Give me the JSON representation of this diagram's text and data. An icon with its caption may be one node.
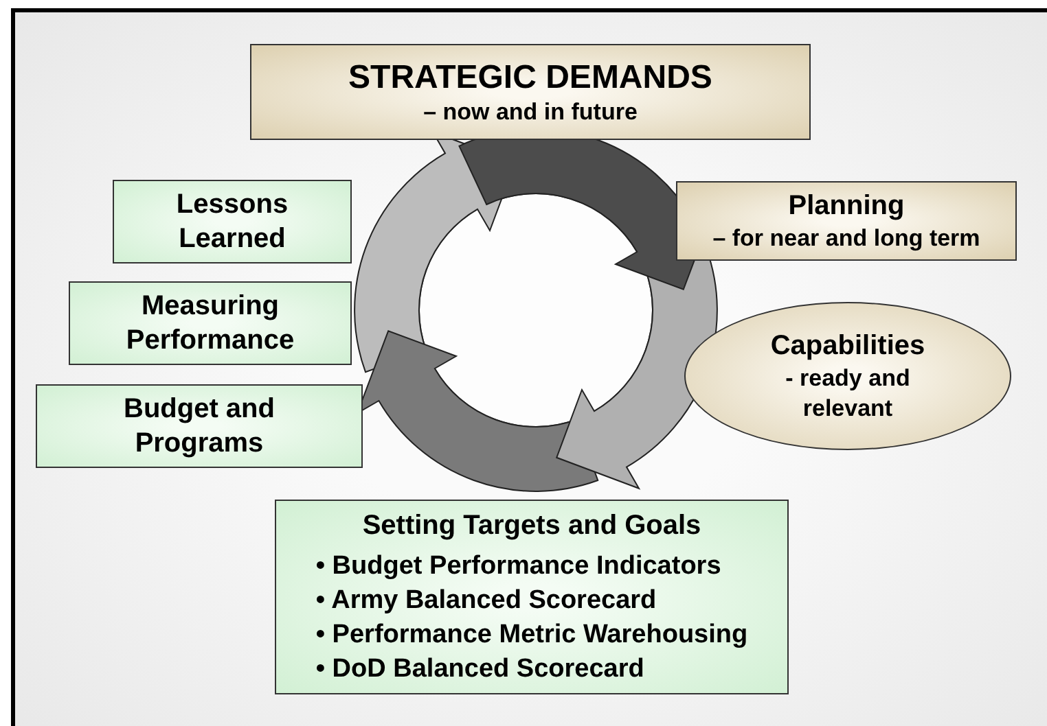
{
  "diagram": {
    "nodes": [
      {
        "text": [
          "STRATEGIC DEMANDS",
          "– now and in future"
        ]
      },
      {
        "text": [
          "Planning",
          "– for near and long term"
        ]
      },
      {
        "text": [
          "Capabilities",
          "- ready and relevant"
        ]
      },
      {
        "text": [
          "Setting Targets and Goals",
          "• Budget Performance Indicators",
          "• Army Balanced Scorecard",
          "• Performance Metric Warehousing",
          "• DoD Balanced Scorecard"
        ]
      },
      {
        "text": [
          "Budget and Programs"
        ]
      },
      {
        "text": [
          "Measuring Performance"
        ]
      },
      {
        "text": [
          "Lessons Learned"
        ]
      }
    ],
    "edges": []
  }
}
